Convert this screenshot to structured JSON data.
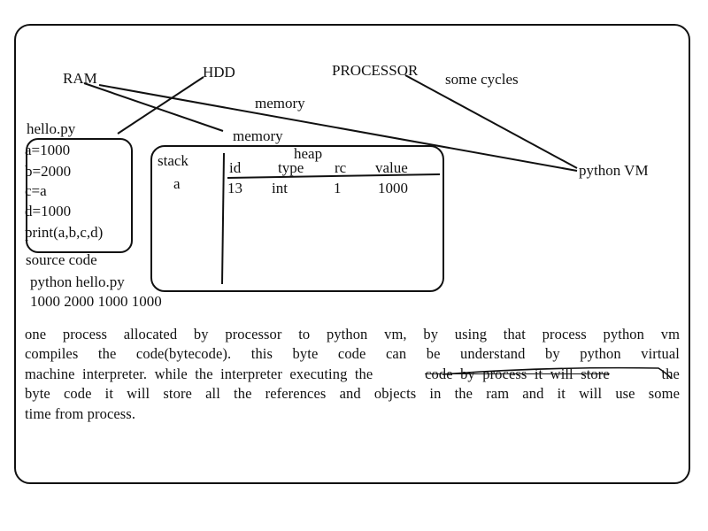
{
  "labels": {
    "ram": "RAM",
    "hdd": "HDD",
    "processor": "PROCESSOR",
    "some_cycles": "some  cycles",
    "memory_top": "memory",
    "memory_mid": "memory",
    "python_vm": "python  VM",
    "heap": "heap"
  },
  "source": {
    "filename": "hello.py",
    "lines": [
      "a=1000",
      "b=2000",
      "c=a",
      "d=1000",
      "print(a,b,c,d)"
    ],
    "caption": "source  code"
  },
  "command": {
    "text": "python  hello.py",
    "output": "1000  2000  1000  1000"
  },
  "stack": {
    "title": "stack",
    "entry": "a"
  },
  "heap_table": {
    "headers": [
      "id",
      "type",
      "rc",
      "value"
    ],
    "rows": [
      [
        "13",
        "int",
        "1",
        "1000"
      ]
    ]
  },
  "paragraph": {
    "line1": "one  process  allocated  by  processor  to  python  vm,  by  using  that  process  python  vm",
    "line2": "compiles  the  code(bytecode).  this  byte  code  can  be  understand  by  python  virtual",
    "line3_start": "machine  interpreter.  while  the  interpreter  executing  the ",
    "line3_struck": "code  by  process  it  will  store",
    "line3_end": " the",
    "line4": "byte  code  it  will  store  all  the  references  and  objects  in  the  ram  and  it  will  use  some",
    "line5": "time  from  process."
  }
}
